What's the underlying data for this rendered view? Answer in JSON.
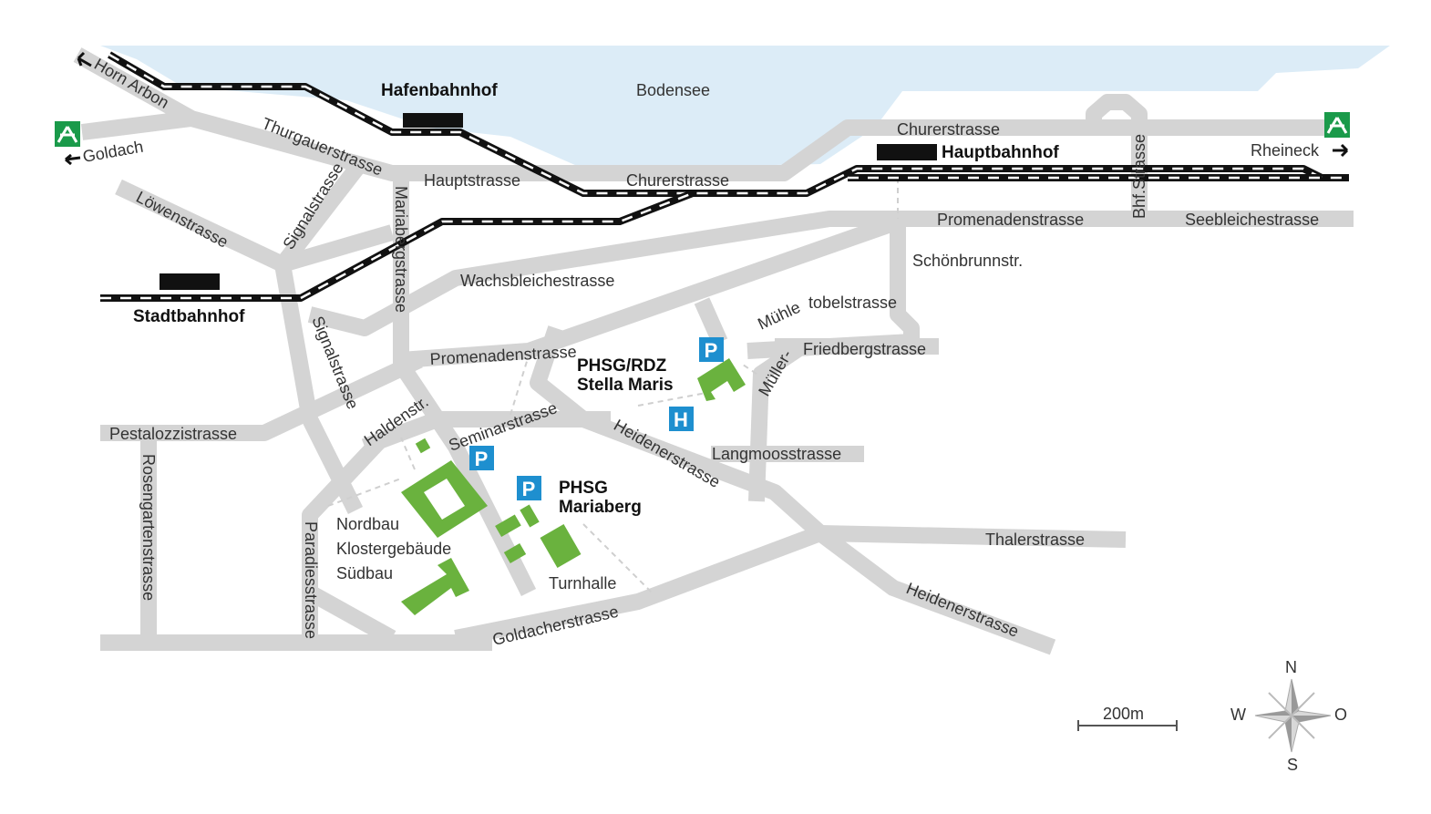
{
  "map": {
    "lake": "Bodensee",
    "stations": {
      "hafen": "Hafenbahnhof",
      "haupt": "Hauptbahnhof",
      "stadt": "Stadtbahnhof"
    },
    "directions": {
      "horn_arbon": "Horn Arbon",
      "goldach": "Goldach",
      "rheineck": "Rheineck"
    },
    "streets": {
      "thurgauerstrasse": "Thurgauerstrasse",
      "hauptstrasse": "Hauptstrasse",
      "churerstrasse_1": "Churerstrasse",
      "churerstrasse_2": "Churerstrasse",
      "loewenstrasse": "Löwenstrasse",
      "signalstrasse_1": "Signalstrasse",
      "signalstrasse_2": "Signalstrasse",
      "mariabergstrasse": "Mariabergstrasse",
      "wachsbleichestrasse": "Wachsbleichestrasse",
      "promenadenstrasse_1": "Promenadenstrasse",
      "promenadenstrasse_2": "Promenadenstrasse",
      "seebleichestrasse": "Seebleichestrasse",
      "schoenbrunnstr": "Schönbrunnstr.",
      "bhf_strasse": "Bhf.Strasse",
      "muehletobelstrasse_1": "Mühle",
      "muehletobelstrasse_2": "tobelstrasse",
      "mueller": "Müller-",
      "friedbergstrasse": "Friedbergstrasse",
      "pestalozzistrasse": "Pestalozzistrasse",
      "haldenstr": "Haldenstr.",
      "seminarstrasse": "Seminarstrasse",
      "heidenerstrasse_1": "Heidenerstrasse",
      "heidenerstrasse_2": "Heidenerstrasse",
      "langmoosstrasse": "Langmoosstrasse",
      "thalerstrasse": "Thalerstrasse",
      "rosengartenstrasse": "Rosengartenstrasse",
      "paradiesstrasse": "Paradiesstrasse",
      "goldacherstrasse": "Goldacherstrasse"
    },
    "campus": {
      "rdz_title": "PHSG/RDZ",
      "rdz_sub": "Stella Maris",
      "phsg_title": "PHSG",
      "phsg_sub": "Mariaberg",
      "nordbau": "Nordbau",
      "klostergebaeude": "Klostergebäude",
      "suedbau": "Südbau",
      "turnhalle": "Turnhalle"
    },
    "signs": {
      "parking": "P",
      "hospital": "H"
    },
    "scale": "200m",
    "compass": {
      "n": "N",
      "s": "S",
      "w": "W",
      "o": "O"
    },
    "colors": {
      "lake": "#dcecf7",
      "road": "#d4d4d4",
      "building": "#6ab23e",
      "sign": "#1e8fcf",
      "motorway": "#1a9a4a"
    }
  }
}
